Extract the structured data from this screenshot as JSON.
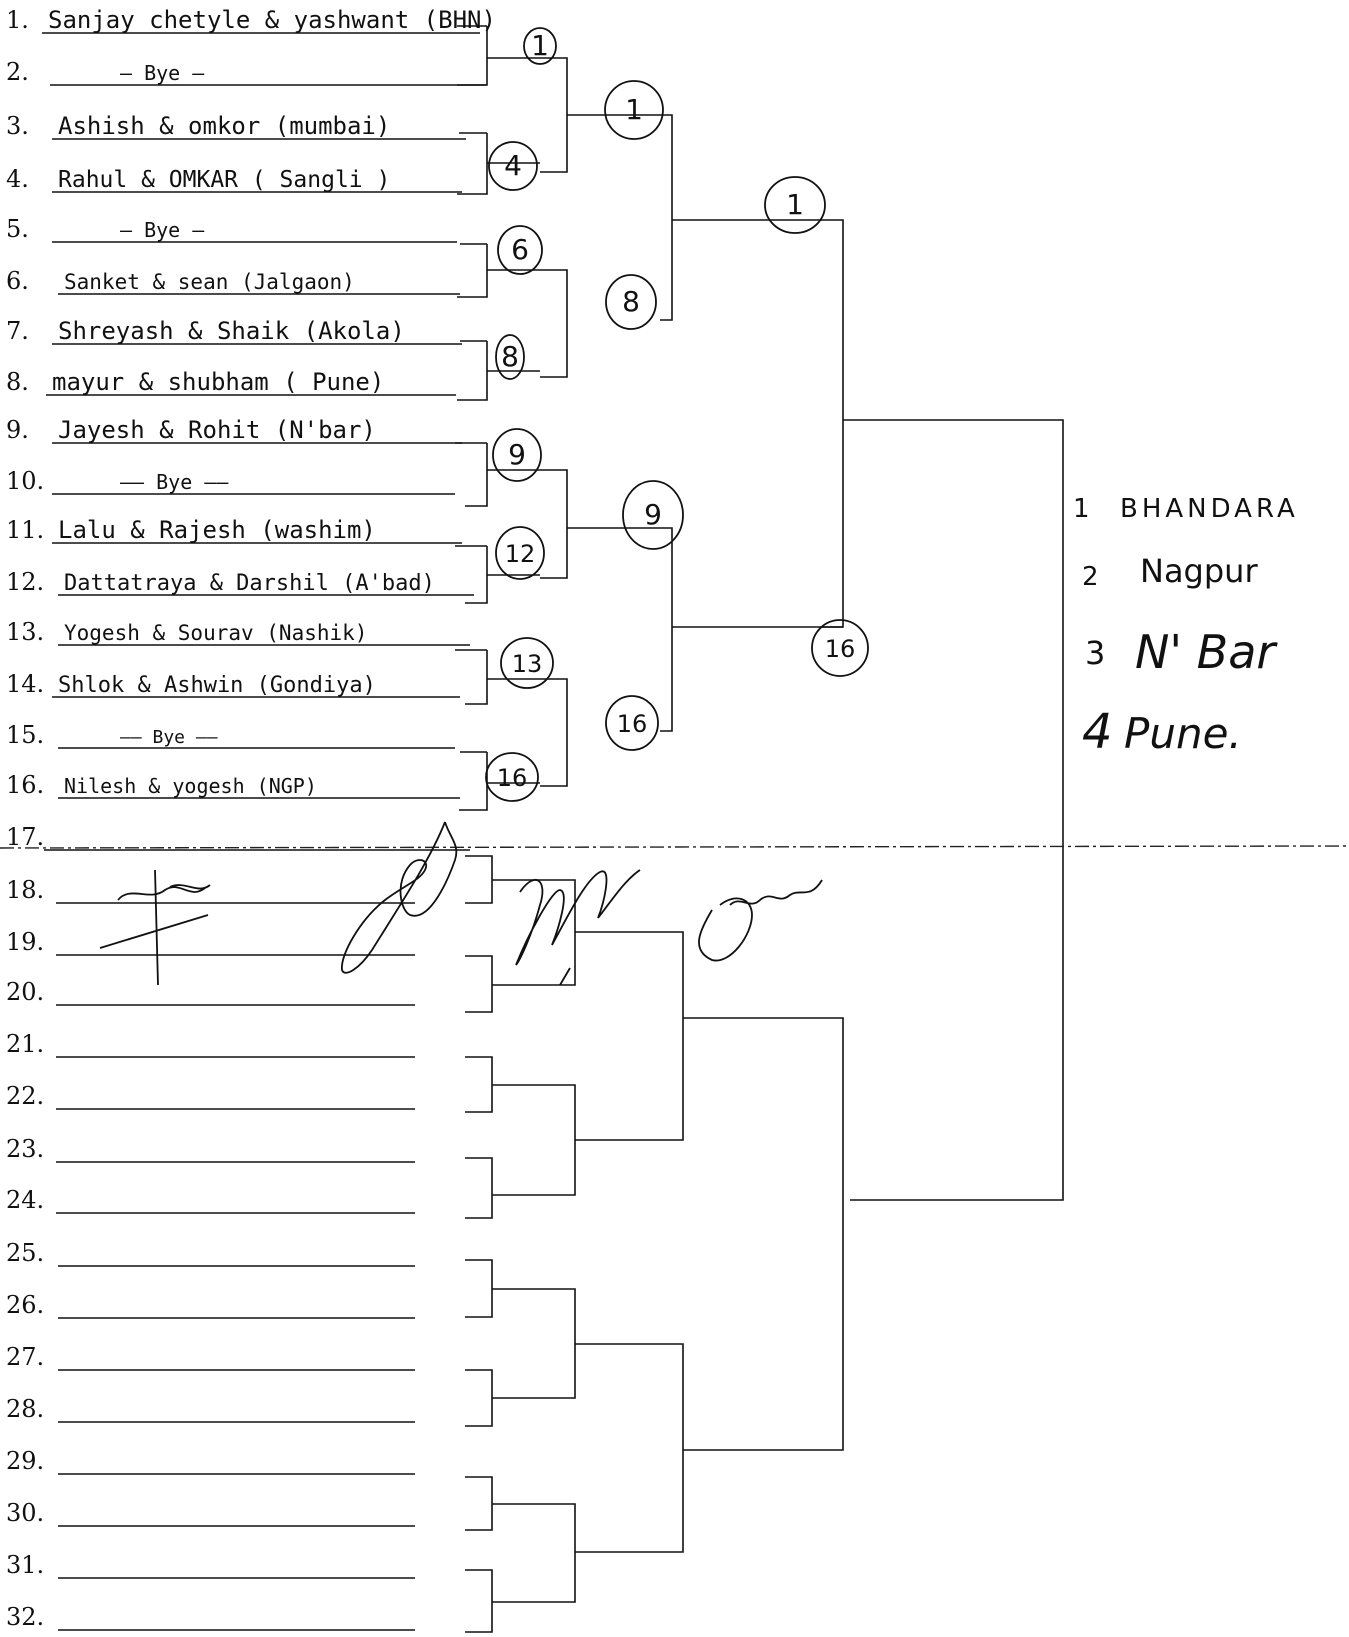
{
  "entries": [
    {
      "num": "1.",
      "name": "Sanjay chetyle & yashwant (BHN)"
    },
    {
      "num": "2.",
      "name": "— Bye —"
    },
    {
      "num": "3.",
      "name": "Ashish & omkor (mumbai)"
    },
    {
      "num": "4.",
      "name": "Rahul & OMKAR ( Sangli )"
    },
    {
      "num": "5.",
      "name": "— Bye —"
    },
    {
      "num": "6.",
      "name": "Sanket & sean (Jalgaon)"
    },
    {
      "num": "7.",
      "name": "Shreyash & Shaik (Akola)"
    },
    {
      "num": "8.",
      "name": "mayur & shubham ( Pune)"
    },
    {
      "num": "9.",
      "name": "Jayesh & Rohit (N'bar)"
    },
    {
      "num": "10.",
      "name": "—— Bye ——"
    },
    {
      "num": "11.",
      "name": "Lalu & Rajesh (washim)"
    },
    {
      "num": "12.",
      "name": "Dattatraya & Darshil (A'bad)"
    },
    {
      "num": "13.",
      "name": "Yogesh & Sourav (Nashik)"
    },
    {
      "num": "14.",
      "name": "Shlok & Ashwin (Gondiya)"
    },
    {
      "num": "15.",
      "name": "—— Bye ——"
    },
    {
      "num": "16.",
      "name": "Nilesh & yogesh (NGP)"
    },
    {
      "num": "17.",
      "name": ""
    },
    {
      "num": "18.",
      "name": ""
    },
    {
      "num": "19.",
      "name": ""
    },
    {
      "num": "20.",
      "name": ""
    },
    {
      "num": "21.",
      "name": ""
    },
    {
      "num": "22.",
      "name": ""
    },
    {
      "num": "23.",
      "name": ""
    },
    {
      "num": "24.",
      "name": ""
    },
    {
      "num": "25.",
      "name": ""
    },
    {
      "num": "26.",
      "name": ""
    },
    {
      "num": "27.",
      "name": ""
    },
    {
      "num": "28.",
      "name": ""
    },
    {
      "num": "29.",
      "name": ""
    },
    {
      "num": "30.",
      "name": ""
    },
    {
      "num": "31.",
      "name": ""
    },
    {
      "num": "32.",
      "name": ""
    }
  ],
  "round1_winners": [
    "1",
    "4",
    "6",
    "8",
    "9",
    "12",
    "13",
    "16"
  ],
  "round2_winners": [
    "1",
    "8",
    "9",
    "16"
  ],
  "round3_winners": [
    "1",
    "16"
  ],
  "results": [
    {
      "rank": "1",
      "name": "BHANDARA"
    },
    {
      "rank": "2",
      "name": "Nagpur"
    },
    {
      "rank": "3",
      "name": "N' Bar"
    },
    {
      "rank": "4",
      "name": "Pune."
    }
  ],
  "signatures": [
    "signature-1",
    "signature-2",
    "signature-3",
    "signature-4"
  ]
}
